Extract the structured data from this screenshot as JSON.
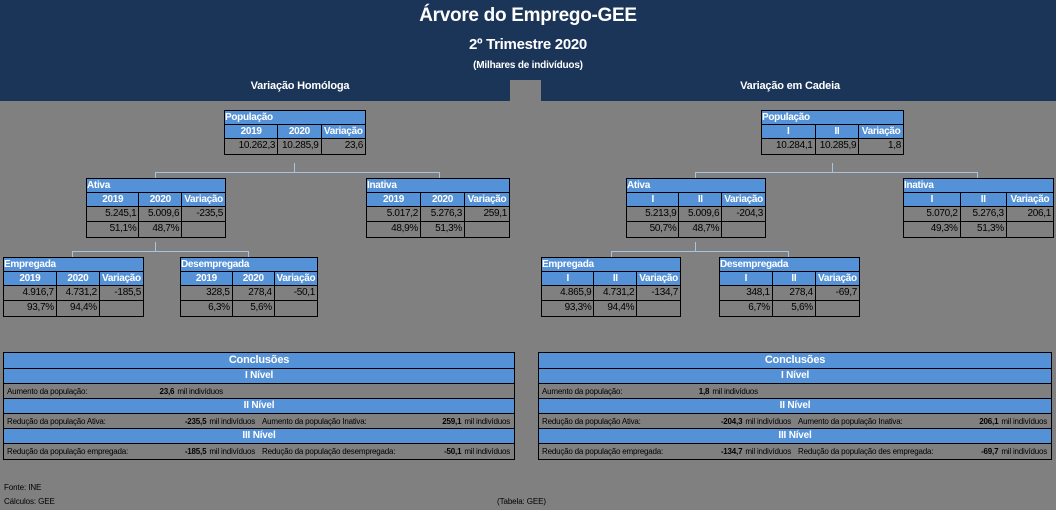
{
  "header": {
    "title": "Árvore do Emprego-GEE",
    "subtitle": "2º Trimestre 2020",
    "unit": "(Milhares de indivíduos)",
    "left_label": "Variação Homóloga",
    "right_label": "Variação em Cadeia"
  },
  "colors": {
    "header_bg": "#1b3559",
    "panel_bg": "#808080",
    "accent_blue": "#5591d6",
    "connector": "#a8c4e0",
    "border": "#000000",
    "text_light": "#ffffff",
    "text_dark": "#000000"
  },
  "left_tree": {
    "populacao": {
      "title": "População",
      "headers": [
        "2019",
        "2020",
        "Variação"
      ],
      "values": [
        "10.262,3",
        "10.285,9",
        "23,6"
      ]
    },
    "ativa": {
      "title": "Ativa",
      "headers": [
        "2019",
        "2020",
        "Variação"
      ],
      "values": [
        "5.245,1",
        "5.009,6",
        "-235,5"
      ],
      "shares": [
        "51,1%",
        "48,7%"
      ]
    },
    "inativa": {
      "title": "Inativa",
      "headers": [
        "2019",
        "2020",
        "Variação"
      ],
      "values": [
        "5.017,2",
        "5.276,3",
        "259,1"
      ],
      "shares": [
        "48,9%",
        "51,3%"
      ]
    },
    "empregada": {
      "title": "Empregada",
      "headers": [
        "2019",
        "2020",
        "Variação"
      ],
      "values": [
        "4.916,7",
        "4.731,2",
        "-185,5"
      ],
      "shares": [
        "93,7%",
        "94,4%"
      ]
    },
    "desempregada": {
      "title": "Desempregada",
      "headers": [
        "2019",
        "2020",
        "Variação"
      ],
      "values": [
        "328,5",
        "278,4",
        "-50,1"
      ],
      "shares": [
        "6,3%",
        "5,6%"
      ]
    }
  },
  "right_tree": {
    "populacao": {
      "title": "População",
      "headers": [
        "I",
        "II",
        "Variação"
      ],
      "values": [
        "10.284,1",
        "10.285,9",
        "1,8"
      ]
    },
    "ativa": {
      "title": "Ativa",
      "headers": [
        "I",
        "II",
        "Variação"
      ],
      "values": [
        "5.213,9",
        "5.009,6",
        "-204,3"
      ],
      "shares": [
        "50,7%",
        "48,7%"
      ]
    },
    "inativa": {
      "title": "Inativa",
      "headers": [
        "I",
        "II",
        "Variação"
      ],
      "values": [
        "5.070,2",
        "5.276,3",
        "206,1"
      ],
      "shares": [
        "49,3%",
        "51,3%"
      ]
    },
    "empregada": {
      "title": "Empregada",
      "headers": [
        "I",
        "II",
        "Variação"
      ],
      "values": [
        "4.865,9",
        "4.731,2",
        "-134,7"
      ],
      "shares": [
        "93,3%",
        "94,4%"
      ]
    },
    "desempregada": {
      "title": "Desempregada",
      "headers": [
        "I",
        "II",
        "Variação"
      ],
      "values": [
        "348,1",
        "278,4",
        "-69,7"
      ],
      "shares": [
        "6,7%",
        "5,6%"
      ]
    }
  },
  "left_conclusions": {
    "title": "Conclusões",
    "level1_band": "I Nível",
    "level2_band": "II Nível",
    "level3_band": "III Nível",
    "level1": {
      "label": "Aumento da população:",
      "value": "23,6",
      "unit": "mil indivíduos"
    },
    "level2_a": {
      "label": "Redução da população Ativa:",
      "value": "-235,5",
      "unit": "mil indivíduos"
    },
    "level2_b": {
      "label": "Aumento da população Inativa:",
      "value": "259,1",
      "unit": "mil indivíduos"
    },
    "level3_a": {
      "label": "Redução da população empregada:",
      "value": "-185,5",
      "unit": "mil indivíduos"
    },
    "level3_b": {
      "label": "Redução da população desempregada:",
      "value": "-50,1",
      "unit": "mil indivíduos"
    }
  },
  "right_conclusions": {
    "title": "Conclusões",
    "level1_band": "I Nível",
    "level2_band": "II Nível",
    "level3_band": "III Nível",
    "level1": {
      "label": "Aumento da  população:",
      "value": "1,8",
      "unit": "mil indivíduos"
    },
    "level2_a": {
      "label": "Redução da  população Ativa:",
      "value": "-204,3",
      "unit": "mil indivíduos"
    },
    "level2_b": {
      "label": "Aumento da população Inativa:",
      "value": "206,1",
      "unit": "mil indivíduos"
    },
    "level3_a": {
      "label": "Redução da  população empregada:",
      "value": "-134,7",
      "unit": "mil indivíduos"
    },
    "level3_b": {
      "label": "Redução da  população des empregada:",
      "value": "-69,7",
      "unit": "mil indivíduos"
    }
  },
  "footer": {
    "source": "Fonte: INE",
    "calculations": "Cálculos: GEE",
    "table_note": "(Tabela: GEE)"
  },
  "chart_data": {
    "type": "diagram",
    "title": "Árvore do Emprego-GEE — 2º Trimestre 2020 (Milhares de indivíduos)",
    "panels": [
      {
        "name": "Variação Homóloga",
        "period_labels": [
          "2019",
          "2020"
        ],
        "nodes": [
          {
            "node": "População",
            "p1": 10262.3,
            "p2": 10285.9,
            "delta": 23.6,
            "share1": null,
            "share2": null
          },
          {
            "node": "Ativa",
            "p1": 5245.1,
            "p2": 5009.6,
            "delta": -235.5,
            "share1": 51.1,
            "share2": 48.7
          },
          {
            "node": "Inativa",
            "p1": 5017.2,
            "p2": 5276.3,
            "delta": 259.1,
            "share1": 48.9,
            "share2": 51.3
          },
          {
            "node": "Empregada",
            "p1": 4916.7,
            "p2": 4731.2,
            "delta": -185.5,
            "share1": 93.7,
            "share2": 94.4
          },
          {
            "node": "Desempregada",
            "p1": 328.5,
            "p2": 278.4,
            "delta": -50.1,
            "share1": 6.3,
            "share2": 5.6
          }
        ]
      },
      {
        "name": "Variação em Cadeia",
        "period_labels": [
          "I",
          "II"
        ],
        "nodes": [
          {
            "node": "População",
            "p1": 10284.1,
            "p2": 10285.9,
            "delta": 1.8,
            "share1": null,
            "share2": null
          },
          {
            "node": "Ativa",
            "p1": 5213.9,
            "p2": 5009.6,
            "delta": -204.3,
            "share1": 50.7,
            "share2": 48.7
          },
          {
            "node": "Inativa",
            "p1": 5070.2,
            "p2": 5276.3,
            "delta": 206.1,
            "share1": 49.3,
            "share2": 51.3
          },
          {
            "node": "Empregada",
            "p1": 4865.9,
            "p2": 4731.2,
            "delta": -134.7,
            "share1": 93.3,
            "share2": 94.4
          },
          {
            "node": "Desempregada",
            "p1": 348.1,
            "p2": 278.4,
            "delta": -69.7,
            "share1": 6.7,
            "share2": 5.6
          }
        ]
      }
    ],
    "hierarchy": {
      "População": [
        "Ativa",
        "Inativa"
      ],
      "Ativa": [
        "Empregada",
        "Desempregada"
      ]
    }
  }
}
